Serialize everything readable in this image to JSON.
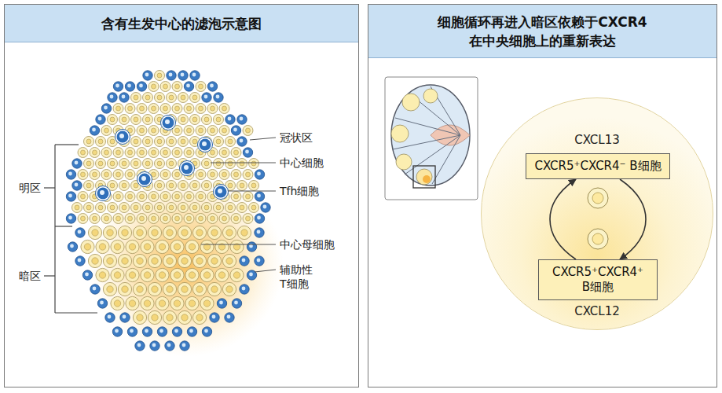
{
  "diagram": {
    "nodes": [
      {
        "text": [
          "含有生发中心的滤泡示意图"
        ]
      },
      {
        "text": [
          "细胞循环再进入暗区依赖于CXCR4 在中央细胞上的重新表达"
        ]
      },
      {
        "text": [
          "CXCL13",
          "CXCL12"
        ],
        "in": 1
      },
      {
        "text": [
          "CXCR5⁺CXCR4⁻ B细胞"
        ],
        "in": 2
      },
      {
        "text": [
          "CXCR5⁺CXCR4⁺ B细胞"
        ],
        "in": 2
      }
    ],
    "edges": [
      {
        "from": 3,
        "to": 4,
        "arrow": "to"
      },
      {
        "from": 4,
        "to": 3,
        "arrow": "to"
      }
    ],
    "labels": [
      "冠状区",
      "中心细胞",
      "Tfh细胞",
      "中心母细胞",
      "辅助性 T细胞",
      "明区",
      "暗区"
    ]
  }
}
